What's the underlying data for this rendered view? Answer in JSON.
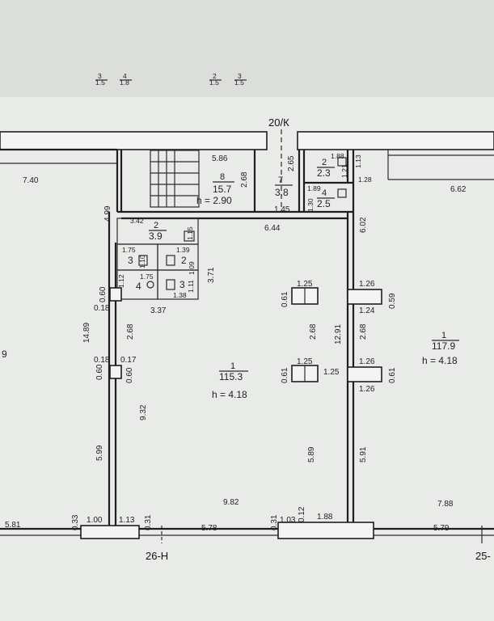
{
  "plan": {
    "axes": {
      "top": "20/К",
      "bottom_left": "26-Н",
      "bottom_right": "25-"
    },
    "top_marks": [
      {
        "num": "3",
        "den": "1.5"
      },
      {
        "num": "4",
        "den": "1.8"
      },
      {
        "num": "2",
        "den": "1.5"
      },
      {
        "num": "3",
        "den": "1.5"
      }
    ],
    "rooms": {
      "r8": {
        "num": "8",
        "area": "15.7",
        "height": "h = 2.90"
      },
      "r7": {
        "num": "7",
        "area": "3.8"
      },
      "r2a": {
        "num": "2",
        "area": "2.3"
      },
      "r4a": {
        "num": "4",
        "area": "2.5"
      },
      "r2b": {
        "num": "2",
        "area": "3.9"
      },
      "r3a": {
        "num": "3"
      },
      "r2c": {
        "num": "2"
      },
      "r4b": {
        "num": "4"
      },
      "r3b": {
        "num": "3"
      },
      "r1": {
        "num": "1",
        "area": "115.3",
        "height": "h = 4.18"
      },
      "r1b": {
        "num": "1",
        "area": "117.9",
        "height": "h = 4.18"
      }
    },
    "left_edge_label": "9",
    "dims": {
      "d_740": "7.40",
      "d_586": "5.86",
      "d_268a": "2.68",
      "d_265": "2.65",
      "d_188a": "1.88",
      "d_121": "1.21",
      "d_113a": "1.13",
      "d_128": "1.28",
      "d_662": "6.62",
      "d_189": "1.89",
      "d_130": "1.30",
      "d_145": "1.45",
      "d_499": "4.99",
      "d_342": "3.42",
      "d_115": "1.15",
      "d_644": "6.44",
      "d_602": "6.02",
      "d_175a": "1.75",
      "d_110": "1.10",
      "d_139": "1.39",
      "d_109": "1.09",
      "d_371": "3.71",
      "d_175b": "1.75",
      "d_112": "1.12",
      "d_111": "1.11",
      "d_138": "1.38",
      "d_060a": "0.60",
      "d_018a": "0.18",
      "d_337": "3.37",
      "d_1489": "14.89",
      "d_268b": "2.68",
      "d_125a": "1.25",
      "d_061a": "0.61",
      "d_268c": "2.68",
      "d_1291": "12.91",
      "d_268d": "2.68",
      "d_126a": "1.26",
      "d_124": "1.24",
      "d_059": "0.59",
      "d_018b": "0.18",
      "d_017": "0.17",
      "d_060b": "0.60",
      "d_060c": "0.60",
      "d_125b": "1.25",
      "d_061b": "0.61",
      "d_125c": "1.25",
      "d_126b": "1.26",
      "d_126c": "1.26",
      "d_061c": "0.61",
      "d_932": "9.32",
      "d_599": "5.99",
      "d_589": "5.89",
      "d_591": "5.91",
      "d_982": "9.82",
      "d_788": "7.88",
      "d_581": "5.81",
      "d_033": "0.33",
      "d_100": "1.00",
      "d_113b": "1.13",
      "d_031a": "0.31",
      "d_578": "5.78",
      "d_031b": "0.31",
      "d_103": "1.03",
      "d_012": "0.12",
      "d_188b": "1.88",
      "d_579": "5.79"
    }
  }
}
